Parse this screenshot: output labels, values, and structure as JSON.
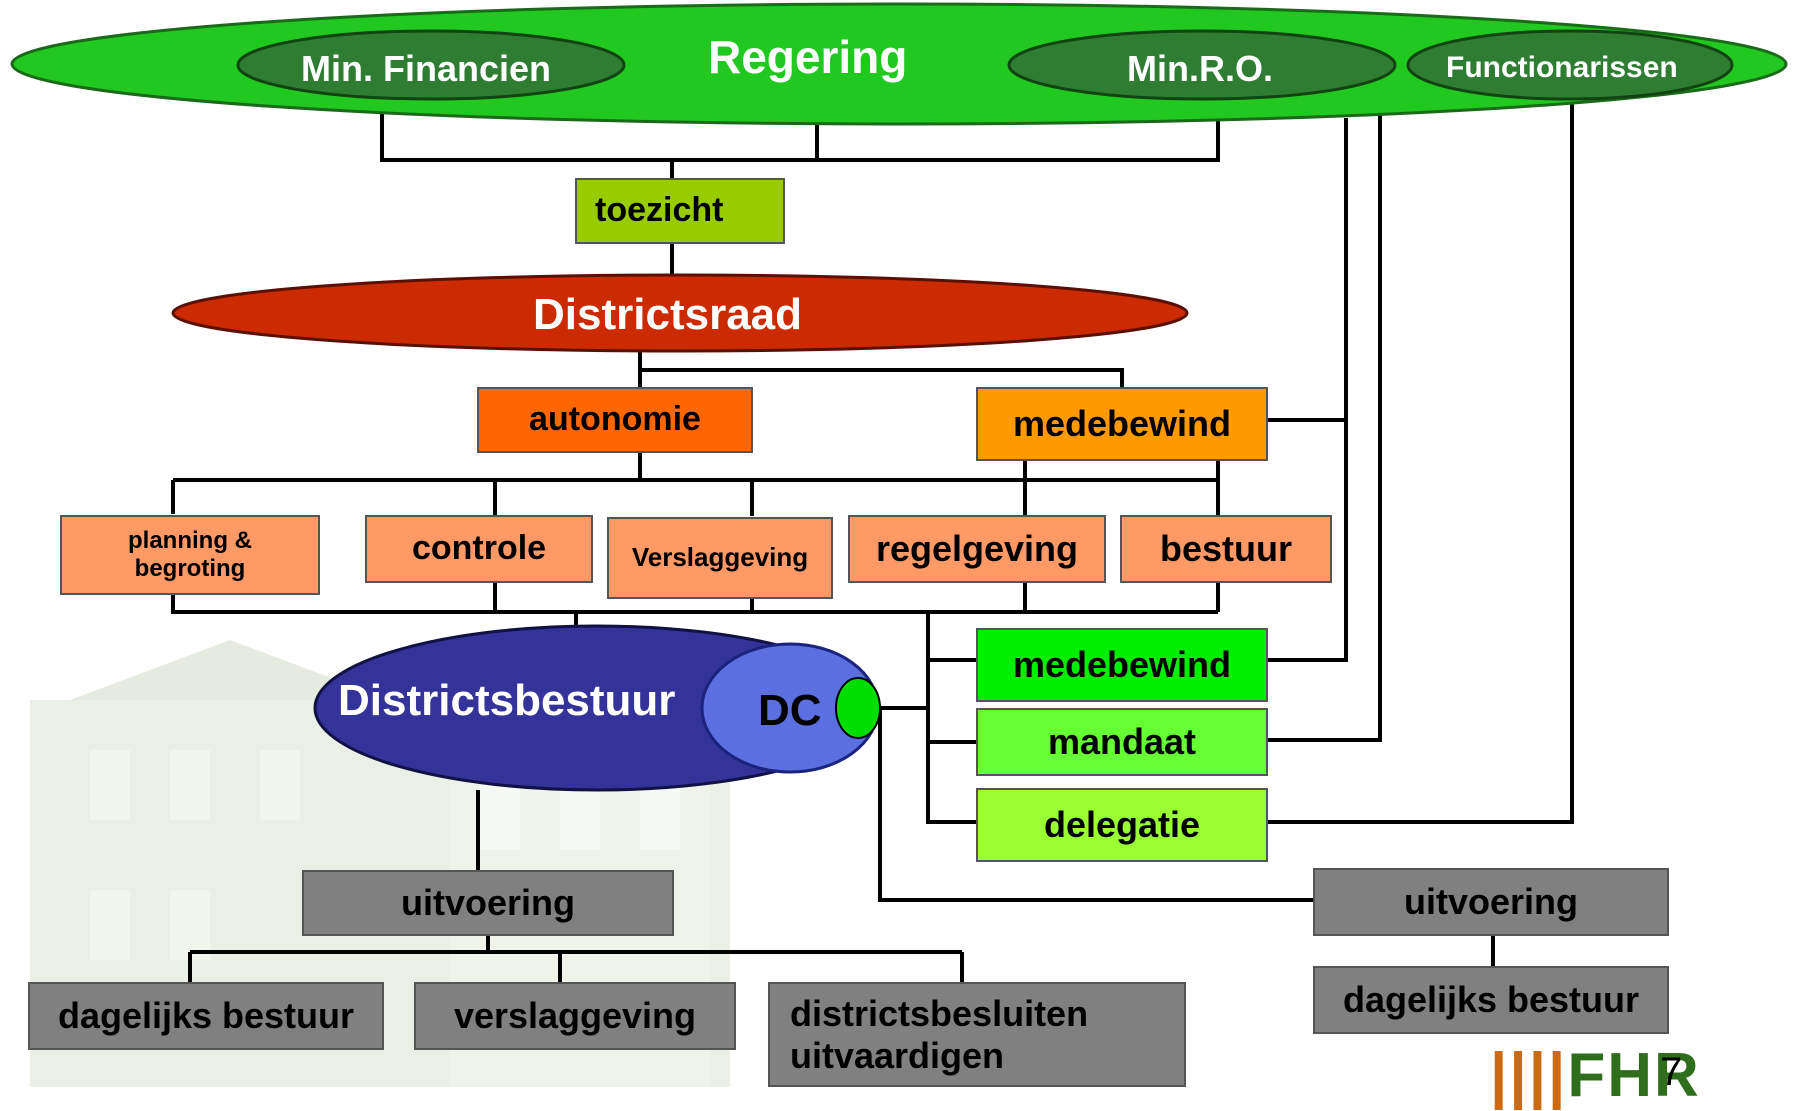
{
  "government": {
    "title": "Regering",
    "ministries": [
      "Min. Financien",
      "Min.R.O."
    ],
    "functionaries": "Functionarissen"
  },
  "supervision": "toezicht",
  "council": "Districtsraad",
  "council_tasks": {
    "autonomy": "autonomie",
    "co_governance": "medebewind"
  },
  "council_functions": [
    "planning & begroting",
    "controle",
    "Verslaggeving",
    "regelgeving",
    "bestuur"
  ],
  "board": {
    "name": "Districtsbestuur",
    "dc": "DC"
  },
  "board_powers": [
    "medebewind",
    "mandaat",
    "delegatie"
  ],
  "board_execution": "uitvoering",
  "board_tasks": [
    "dagelijks bestuur",
    "verslaggeving",
    "districtsbesluiten uitvaardigen"
  ],
  "dc_execution": "uitvoering",
  "dc_task": "dagelijks bestuur",
  "page_number": "7",
  "logo_text": "FHR",
  "colors": {
    "government": "#20c820",
    "ministry": "#2e7d32",
    "supervision": "#99cc00",
    "council": "#cc2a00",
    "autonomy": "#ff6600",
    "co_governance": "#ff9900",
    "functions": "#ff9966",
    "board": "#333399",
    "dc": "#5b6fe0",
    "power_1": "#00ee00",
    "power_2": "#66ff33",
    "power_3": "#99ff33",
    "execution": "#808080"
  }
}
